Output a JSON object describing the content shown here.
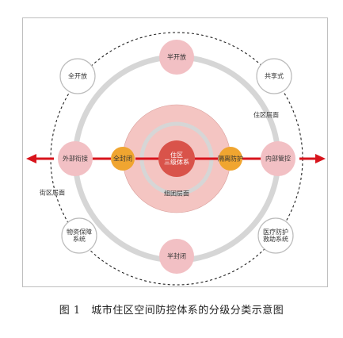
{
  "diagram": {
    "core": {
      "line1": "住区",
      "line2": "三级体系"
    },
    "inner_left": "全封闭",
    "inner_right": "隔离防护",
    "inner_zone": "组团层面",
    "middle_top": "半开放",
    "middle_bottom": "半封闭",
    "middle_left": "外部衔接",
    "middle_right": "内部管控",
    "middle_zone": "住区层面",
    "outer_tl": "全开放",
    "outer_tr": "共享式",
    "outer_bl": {
      "line1": "物资保障",
      "line2": "系统"
    },
    "outer_br": {
      "line1": "医疗防护",
      "line2": "救助系统"
    },
    "outer_zone": "街区层面"
  },
  "colors": {
    "core": "#d9534a",
    "inner_disc": "#f4c5c2",
    "orange": "#f0a530",
    "pink": "#f2c0c4",
    "ring_grey": "#d6d6d6",
    "arrow_red": "#d8141c"
  },
  "caption": "图 1　城市住区空间防控体系的分级分类示意图"
}
